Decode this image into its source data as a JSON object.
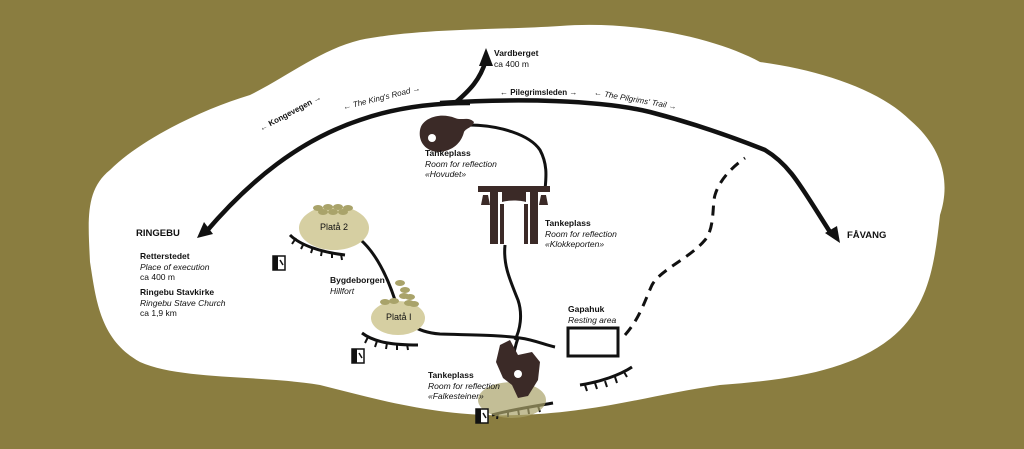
{
  "places": {
    "vardberget": {
      "name": "Vardberget",
      "dist": "ca 400 m"
    },
    "ringebu": "RINGEBU",
    "favang": "FÅVANG",
    "retterstedet": {
      "name": "Retterstedet",
      "en": "Place of execution",
      "dist": "ca 400 m"
    },
    "stavkirke": {
      "name": "Ringebu Stavkirke",
      "en": "Ringebu Stave Church",
      "dist": "ca 1,9 km"
    },
    "bygdeborgen": {
      "name": "Bygdeborgen",
      "en": "Hillfort"
    },
    "plata2": "Platå 2",
    "plata1": "Platå I",
    "gapahuk": {
      "name": "Gapahuk",
      "en": "Resting area"
    },
    "hovudet": {
      "name": "Tankeplass",
      "en": "Room for reflection",
      "note": "«Hovudet»"
    },
    "klokkeporten": {
      "name": "Tankeplass",
      "en": "Room for reflection",
      "note": "«Klokkeporten»"
    },
    "falkesteiner": {
      "name": "Tankeplass",
      "en": "Room for reflection",
      "note": "«Falkesteiner»"
    }
  },
  "trails": {
    "kongevegen": "← Kongevegen →",
    "kings_road": "← The King's Road →",
    "pilegrimsleden": "← Pilegrimsleden →",
    "pilgrims_trail": "← The Pilgrims' Trail →"
  },
  "colors": {
    "background": "#8a7d40",
    "map": "#ffffff",
    "ink": "#111111",
    "plateau": "#d6cfa2",
    "stone": "#a9a36a",
    "monument": "#3b2a27"
  },
  "icons": [
    "fall-hazard-icon",
    "head-sculpture-icon",
    "bell-gate-icon",
    "falcon-stone-icon"
  ]
}
